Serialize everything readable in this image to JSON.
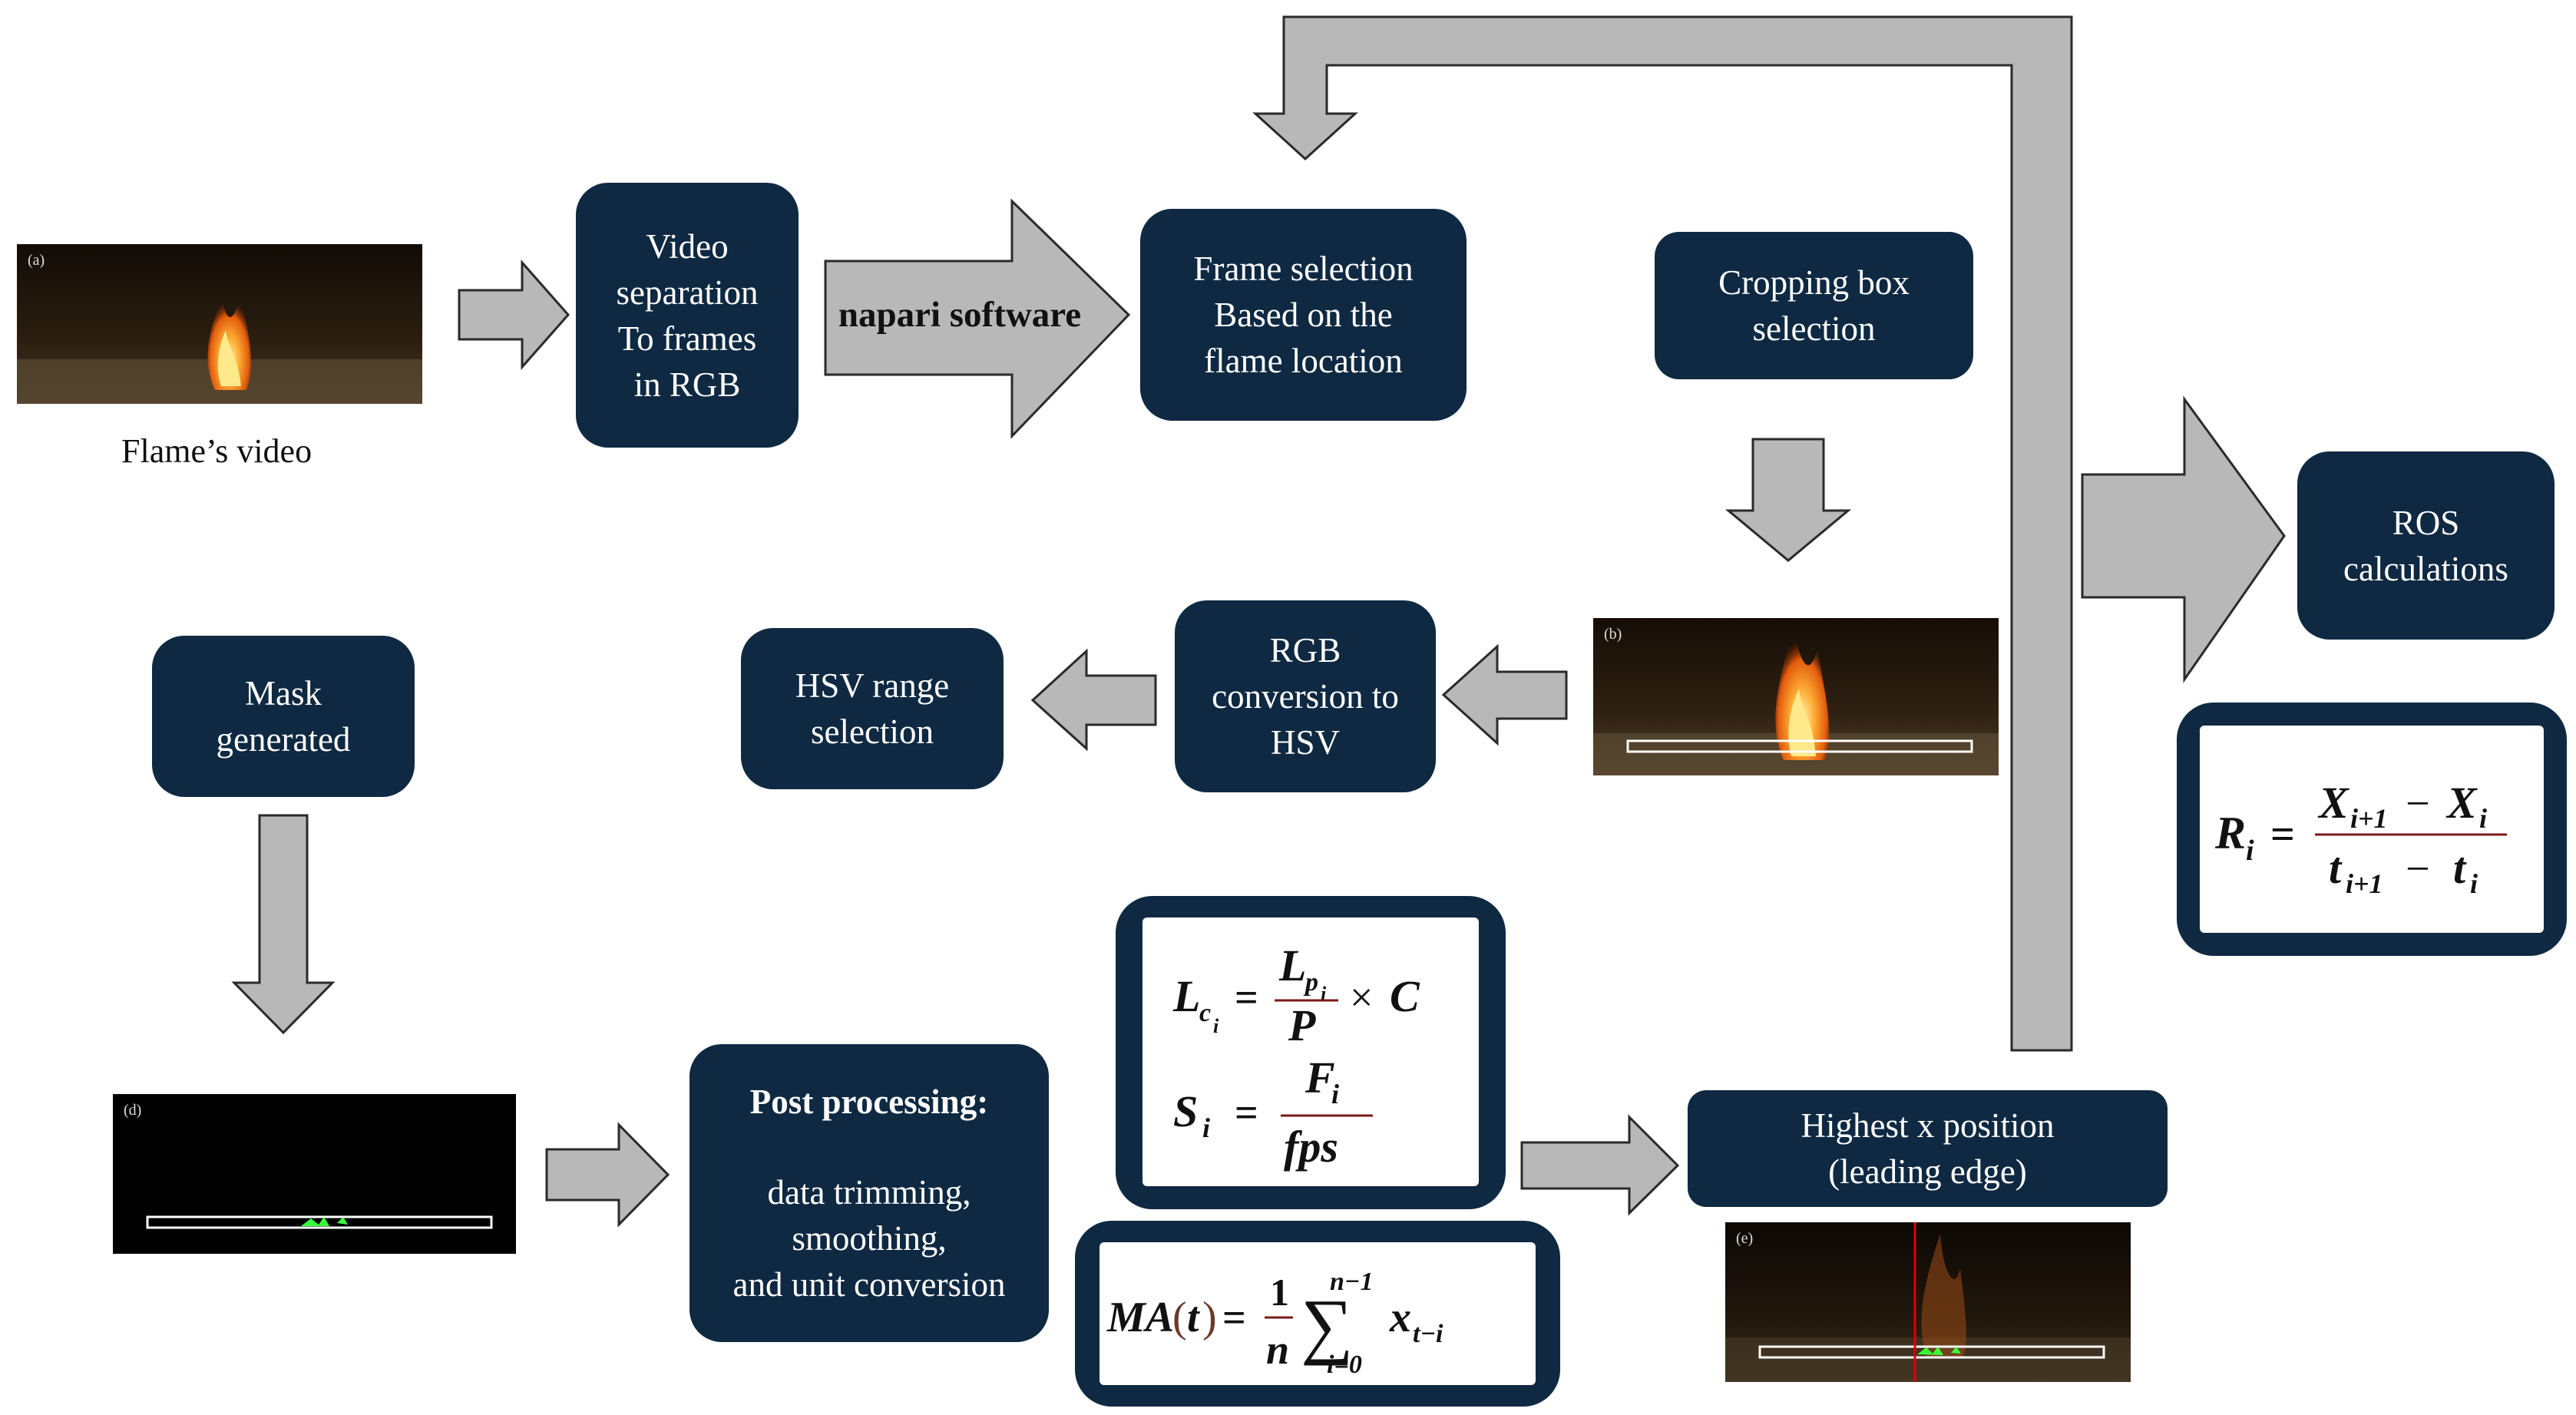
{
  "input": {
    "caption": "Flame’s video",
    "photo_tag": "(a)"
  },
  "boxes": {
    "video_separation": "Video\nseparation\nTo frames\nin RGB",
    "frame_selection": "Frame selection\nBased on the\nflame location",
    "cropping_box": "Cropping box\nselection",
    "rgb_conversion": "RGB\nconversion to\nHSV",
    "hsv_range": "HSV range\nselection",
    "mask_generated": "Mask\ngenerated",
    "post_processing_title": "Post processing:",
    "post_processing_body": "data trimming,\nsmoothing,\nand unit conversion",
    "highest_x": "Highest x position\n(leading edge)",
    "ros": "ROS\ncalculations"
  },
  "arrow_label": "napari software",
  "panels": {
    "b": "(b)",
    "d": "(d)",
    "e": "(e)"
  },
  "colors": {
    "box": "#0f2942",
    "arrow": "#b8b8b8",
    "arrow_stroke": "#2a2a2a",
    "mask_green": "#39ff3c",
    "leading_edge_line": "#e00000"
  },
  "formulas": {
    "ros": "R_i = (X_{i+1} − X_i) / (t_{i+1} − t_i)",
    "length": "L_{c_i} = L_{p_i} / P × C",
    "time": "S_i = F_i / fps",
    "moving_average": "MA(t) = 1/n Σ_{i=0}^{n−1} x_{t−i}"
  }
}
